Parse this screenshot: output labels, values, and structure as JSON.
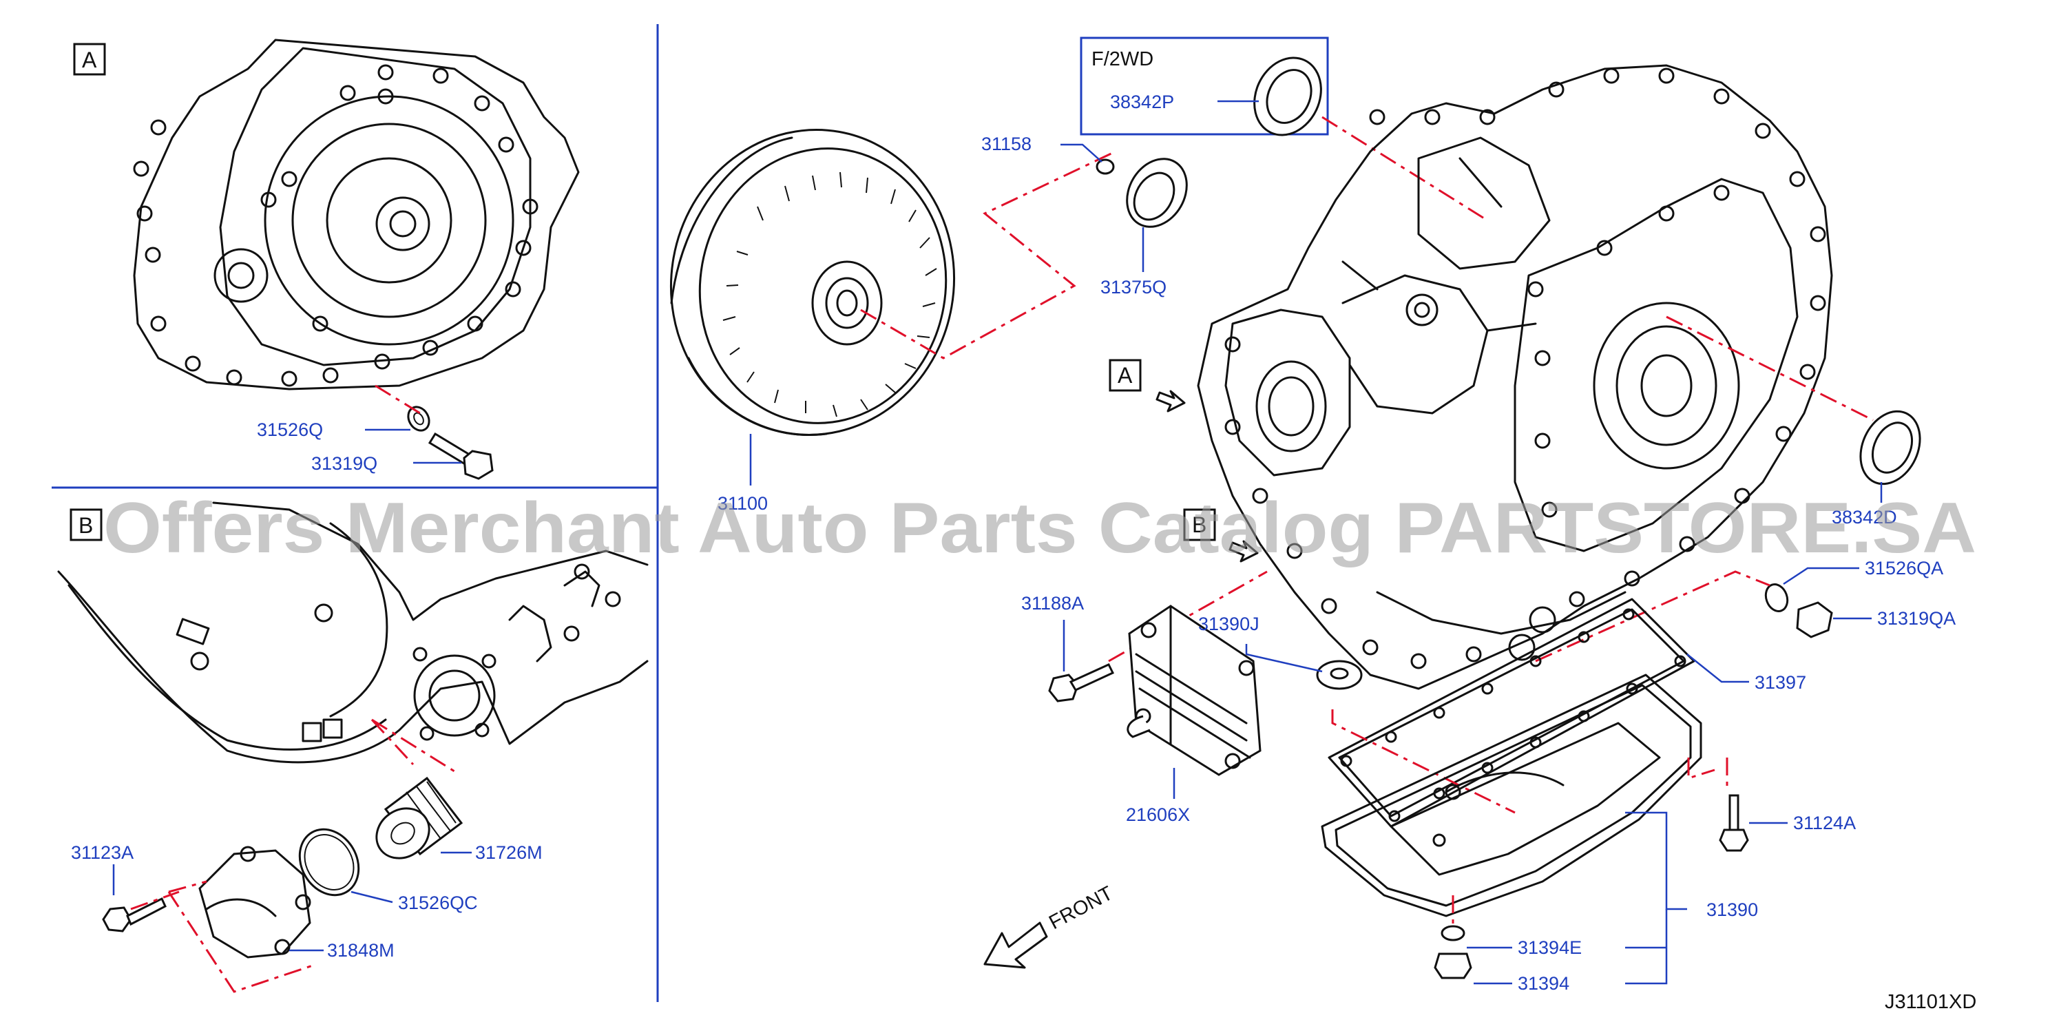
{
  "watermark": "Offers Merchant Auto Parts Catalog PARTSTORE.SA",
  "diagram_code": "J31101XD",
  "views": {
    "a": "A",
    "b": "B",
    "main_a": "A",
    "main_b": "B"
  },
  "variant_box": "F/2WD",
  "front_arrow": "FRONT",
  "colors": {
    "label": "#1f3fbf",
    "leader_dash": "#e0102a",
    "line_art": "#111111"
  },
  "parts": {
    "p31526Q": "31526Q",
    "p31319Q": "31319Q",
    "p31100": "31100",
    "p31158": "31158",
    "p31375Q": "31375Q",
    "p38342P": "38342P",
    "p38342D": "38342D",
    "p31188A": "31188A",
    "p31390J": "31390J",
    "p21606X": "21606X",
    "p31526QA": "31526QA",
    "p31319QA": "31319QA",
    "p31397": "31397",
    "p31124A": "31124A",
    "p31390": "31390",
    "p31394E": "31394E",
    "p31394": "31394",
    "p31123A": "31123A",
    "p31726M": "31726M",
    "p31526QC": "31526QC",
    "p31848M": "31848M"
  }
}
